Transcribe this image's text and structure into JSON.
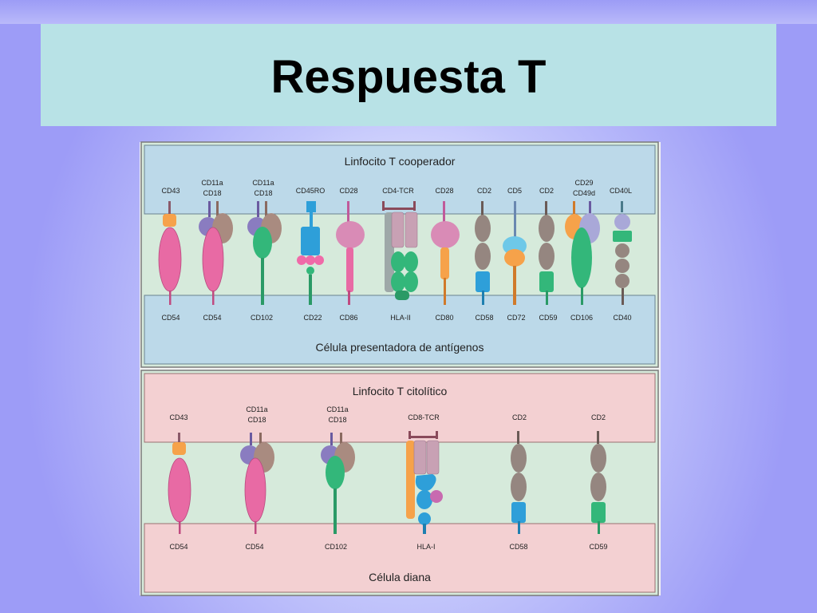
{
  "slide": {
    "title": "Respuesta T"
  },
  "helper_panel": {
    "top_cell": "Linfocito T cooperador",
    "bottom_cell": "Célula presentadora de antígenos",
    "molecules": [
      {
        "top": [
          "CD43"
        ],
        "bottom": "CD54"
      },
      {
        "top": [
          "CD11a",
          "CD18"
        ],
        "bottom": "CD54"
      },
      {
        "top": [
          "CD11a",
          "CD18"
        ],
        "bottom": "CD102"
      },
      {
        "top": [
          "CD45RO"
        ],
        "bottom": "CD22"
      },
      {
        "top": [
          "CD28"
        ],
        "bottom": "CD86"
      },
      {
        "top": [
          "CD4-TCR"
        ],
        "bottom": "HLA-II"
      },
      {
        "top": [
          "CD28"
        ],
        "bottom": "CD80"
      },
      {
        "top": [
          "CD2"
        ],
        "bottom": "CD58"
      },
      {
        "top": [
          "CD5"
        ],
        "bottom": "CD72"
      },
      {
        "top": [
          "CD2"
        ],
        "bottom": "CD59"
      },
      {
        "top": [
          "CD29",
          "CD49d"
        ],
        "bottom": "CD106"
      },
      {
        "top": [
          "CD40L"
        ],
        "bottom": "CD40"
      }
    ]
  },
  "cytotoxic_panel": {
    "top_cell": "Linfocito T citolítico",
    "bottom_cell": "Célula diana",
    "molecules": [
      {
        "top": [
          "CD43"
        ],
        "bottom": "CD54"
      },
      {
        "top": [
          "CD11a",
          "CD18"
        ],
        "bottom": "CD54"
      },
      {
        "top": [
          "CD11a",
          "CD18"
        ],
        "bottom": "CD102"
      },
      {
        "top": [
          "CD8-TCR"
        ],
        "bottom": "HLA-I"
      },
      {
        "top": [
          "CD2"
        ],
        "bottom": "CD58"
      },
      {
        "top": [
          "CD2"
        ],
        "bottom": "CD59"
      }
    ]
  },
  "colors": {
    "helper_cell": "#b9d8e8",
    "cytotoxic_cell": "#f3d0d2",
    "synapse_zone": "#d4edd8",
    "pink": "#e86aa4",
    "green": "#33b77a",
    "blue": "#2e9fd9",
    "grey_domain": "#958680",
    "orange": "#f6a24a",
    "purple": "#8a7cc0",
    "brown": "#a98b80",
    "mauve": "#c8a1b4"
  }
}
